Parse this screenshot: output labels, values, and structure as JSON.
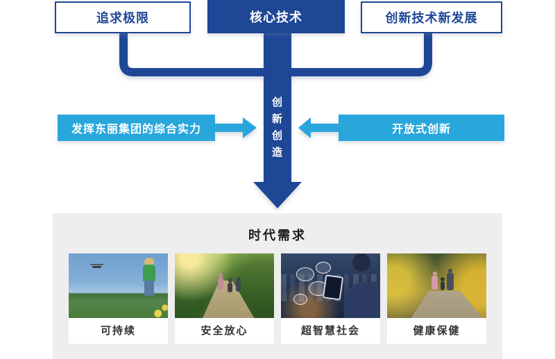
{
  "diagram": {
    "top_boxes": [
      {
        "label": "追求极限"
      },
      {
        "label": "核心技术"
      },
      {
        "label": "创新技术新发展"
      }
    ],
    "center_arrow_label": "创新创造",
    "left_input_label": "发挥东丽集团的综合实力",
    "right_input_label": "开放式创新",
    "bottom_panel": {
      "title": "时代需求",
      "cards": [
        {
          "caption": "可持续",
          "image": "child-blowing-dandelion-with-drone-over-meadow"
        },
        {
          "caption": "安全放心",
          "image": "family-running-on-sunny-park-path"
        },
        {
          "caption": "超智慧社会",
          "image": "person-using-smart-device-over-night-city"
        },
        {
          "caption": "健康保健",
          "image": "family-walking-in-autumn-park"
        }
      ]
    },
    "colors": {
      "dark_blue": "#1e4796",
      "light_blue": "#29a6dc",
      "panel_gray": "#eeeeee",
      "caption_text": "#333333"
    }
  }
}
